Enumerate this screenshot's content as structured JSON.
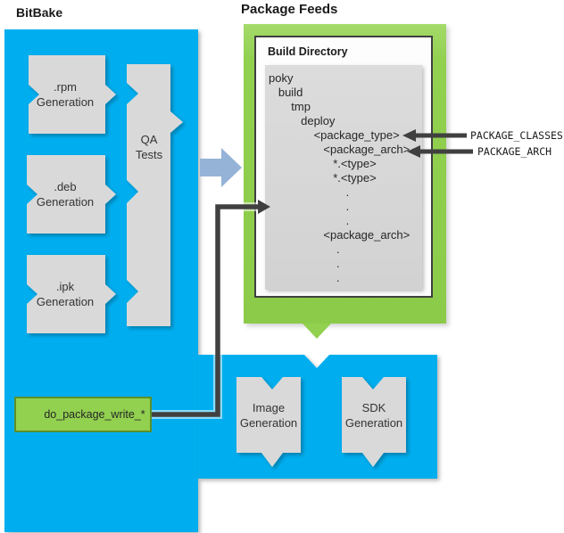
{
  "header": {
    "bitbake_title": "BitBake",
    "package_feeds_title": "Package Feeds"
  },
  "bitbake_box": {
    "rpm_generation": ".rpm\nGeneration",
    "deb_generation": ".deb\nGeneration",
    "ipk_generation": ".ipk\nGeneration",
    "qa_tests": "QA\nTests",
    "do_package_write": "do_package_write_*"
  },
  "package_feeds_box": {
    "build_directory_title": "Build Directory",
    "tree_text": "poky\n   build\n       tmp\n          deploy\n              <package_type>\n                 <package_arch>\n                    *.<type>\n                    *.<type>\n                        .\n                        .\n                        .\n                 <package_arch>\n                     .\n                     .\n                     ."
  },
  "annotations": {
    "package_classes": "PACKAGE_CLASSES",
    "package_arch": "PACKAGE_ARCH"
  },
  "bottom_box": {
    "image_generation": "Image\nGeneration",
    "sdk_generation": "SDK\nGeneration"
  },
  "colors": {
    "bitbake_blue": "#00aeef",
    "feeds_green": "#92d050",
    "shape_gray": "#d9d9d9",
    "flow_arrow_blue": "#95b3d7",
    "connector_dark": "#404040"
  }
}
